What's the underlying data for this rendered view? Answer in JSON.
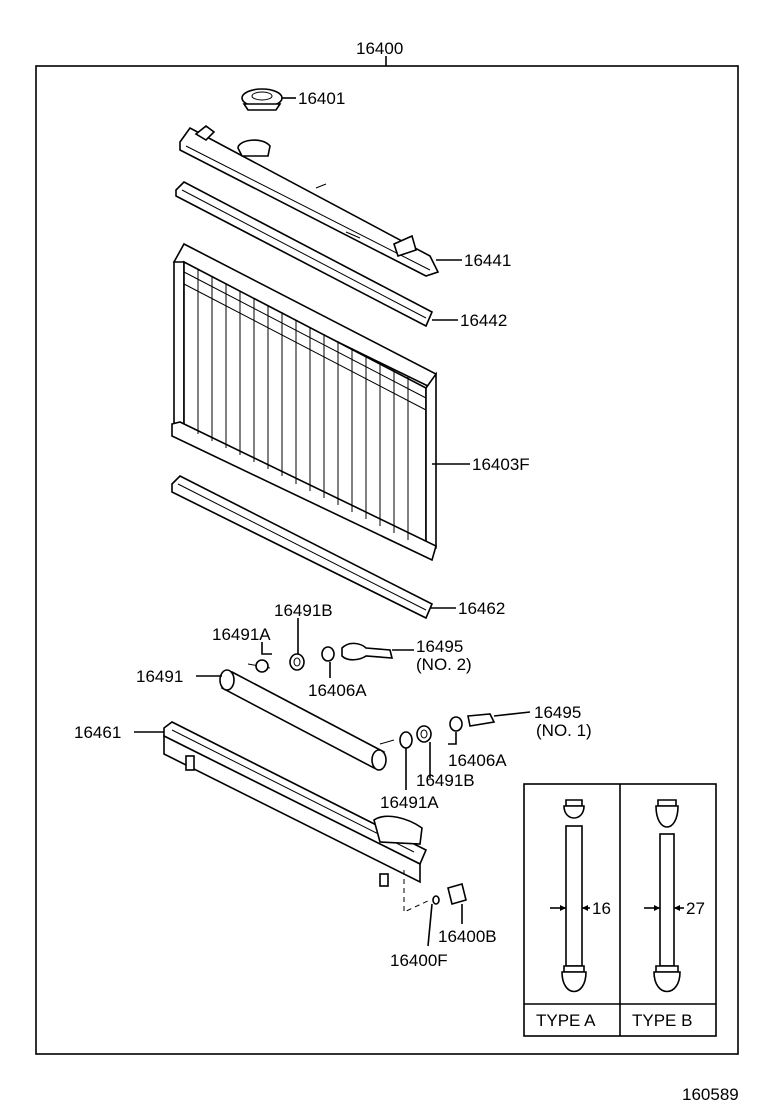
{
  "diagram": {
    "assembly_number": "16400",
    "figure_number": "160589",
    "parts": {
      "cap": "16401",
      "upper_tank": "16441",
      "upper_gasket": "16442",
      "core": "16403F",
      "lower_gasket": "16462",
      "gasket_b_upper": "16491B",
      "gasket_a_upper": "16491A",
      "pipe_no2": "16495",
      "pipe_no2_note": "(NO. 2)",
      "pipe": "16491",
      "nut_upper": "16406A",
      "pipe_no1": "16495",
      "pipe_no1_note": "(NO. 1)",
      "lower_tank": "16461",
      "nut_lower": "16406A",
      "gasket_b_lower": "16491B",
      "gasket_a_lower": "16491A",
      "drain_cock": "16400B",
      "drain_plug": "16400F"
    },
    "inset": {
      "type_a_label": "TYPE A",
      "type_b_label": "TYPE B",
      "type_a_dim": "16",
      "type_b_dim": "27"
    }
  }
}
